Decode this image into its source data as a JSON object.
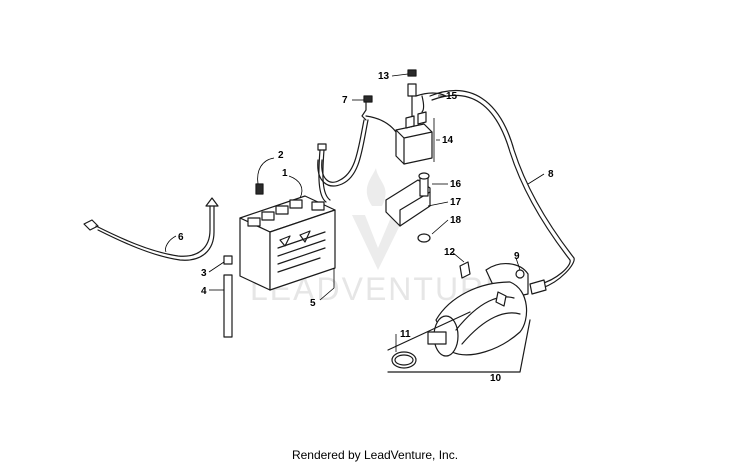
{
  "watermark": {
    "text": "LEADVENTURE"
  },
  "credit": "Rendered by LeadVenture, Inc.",
  "callouts": [
    "1",
    "2",
    "3",
    "4",
    "5",
    "6",
    "7",
    "8",
    "9",
    "10",
    "11",
    "12",
    "13",
    "14",
    "15",
    "16",
    "17",
    "18"
  ]
}
